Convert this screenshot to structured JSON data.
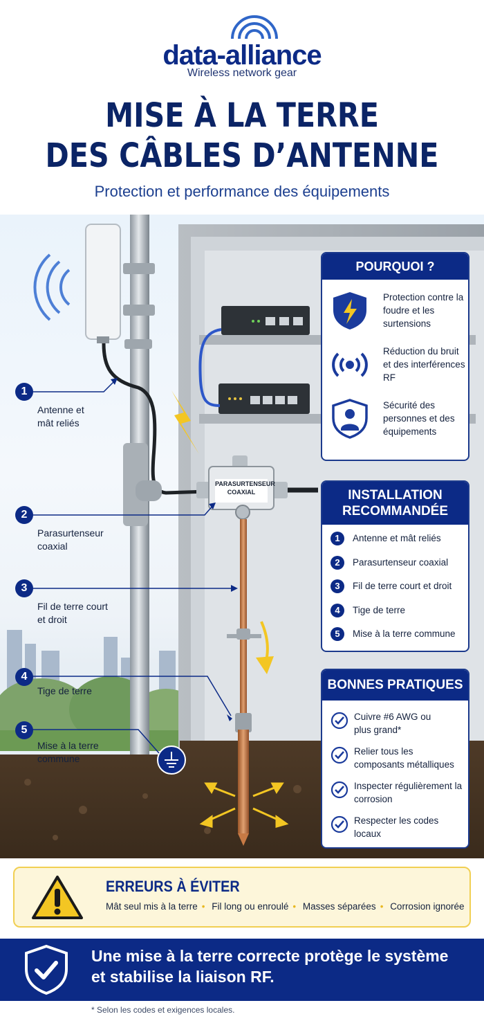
{
  "brand": {
    "name": "data-alliance",
    "tagline": "Wireless network gear"
  },
  "title_line1": "MISE À LA TERRE",
  "title_line2": "DES CÂBLES D’ANTENNE",
  "subtitle": "Protection et performance des équipements",
  "surge_label_line1": "PARASURTENSEUR",
  "surge_label_line2": "COAXIAL",
  "steps": [
    {
      "num": "1",
      "label": "Antenne et mât reliés"
    },
    {
      "num": "2",
      "label": "Parasurtenseur coaxial"
    },
    {
      "num": "3",
      "label": "Fil de terre court et droit"
    },
    {
      "num": "4",
      "label": "Tige de terre"
    },
    {
      "num": "5",
      "label": "Mise à la terre commune"
    }
  ],
  "why": {
    "heading": "POURQUOI ?",
    "items": [
      {
        "icon": "lightning-shield-icon",
        "text": "Protection contre la foudre et les surtensions"
      },
      {
        "icon": "rf-signal-icon",
        "text": "Réduction du bruit et des interférences RF"
      },
      {
        "icon": "person-shield-icon",
        "text": "Sécurité des personnes et des équipements"
      }
    ]
  },
  "installation": {
    "heading_line1": "INSTALLATION",
    "heading_line2": "RECOMMANDÉE",
    "items": [
      {
        "num": "1",
        "text": "Antenne et mât reliés"
      },
      {
        "num": "2",
        "text": "Parasurtenseur coaxial"
      },
      {
        "num": "3",
        "text": "Fil de terre court et droit"
      },
      {
        "num": "4",
        "text": "Tige de terre"
      },
      {
        "num": "5",
        "text": "Mise à la terre commune"
      }
    ]
  },
  "practices": {
    "heading": "BONNES PRATIQUES",
    "items": [
      "Cuivre #6 AWG ou plus grand*",
      "Relier tous les composants métalliques",
      "Inspecter régulièrement la corrosion",
      "Respecter les codes locaux"
    ]
  },
  "errors": {
    "heading": "ERREURS À ÉVITER",
    "items": [
      "Mât seul mis à la terre",
      "Fil long ou enroulé",
      "Masses séparées",
      "Corrosion ignorée"
    ]
  },
  "banner": {
    "line1": "Une mise à la terre correcte protège le système",
    "line2": "et stabilise la liaison RF."
  },
  "footnote": "* Selon les codes et exigences locales.",
  "colors": {
    "navy": "#0c2a86",
    "copper": "#c77a45",
    "warning_yellow": "#f3c623",
    "warning_bg": "#fdf6da"
  }
}
